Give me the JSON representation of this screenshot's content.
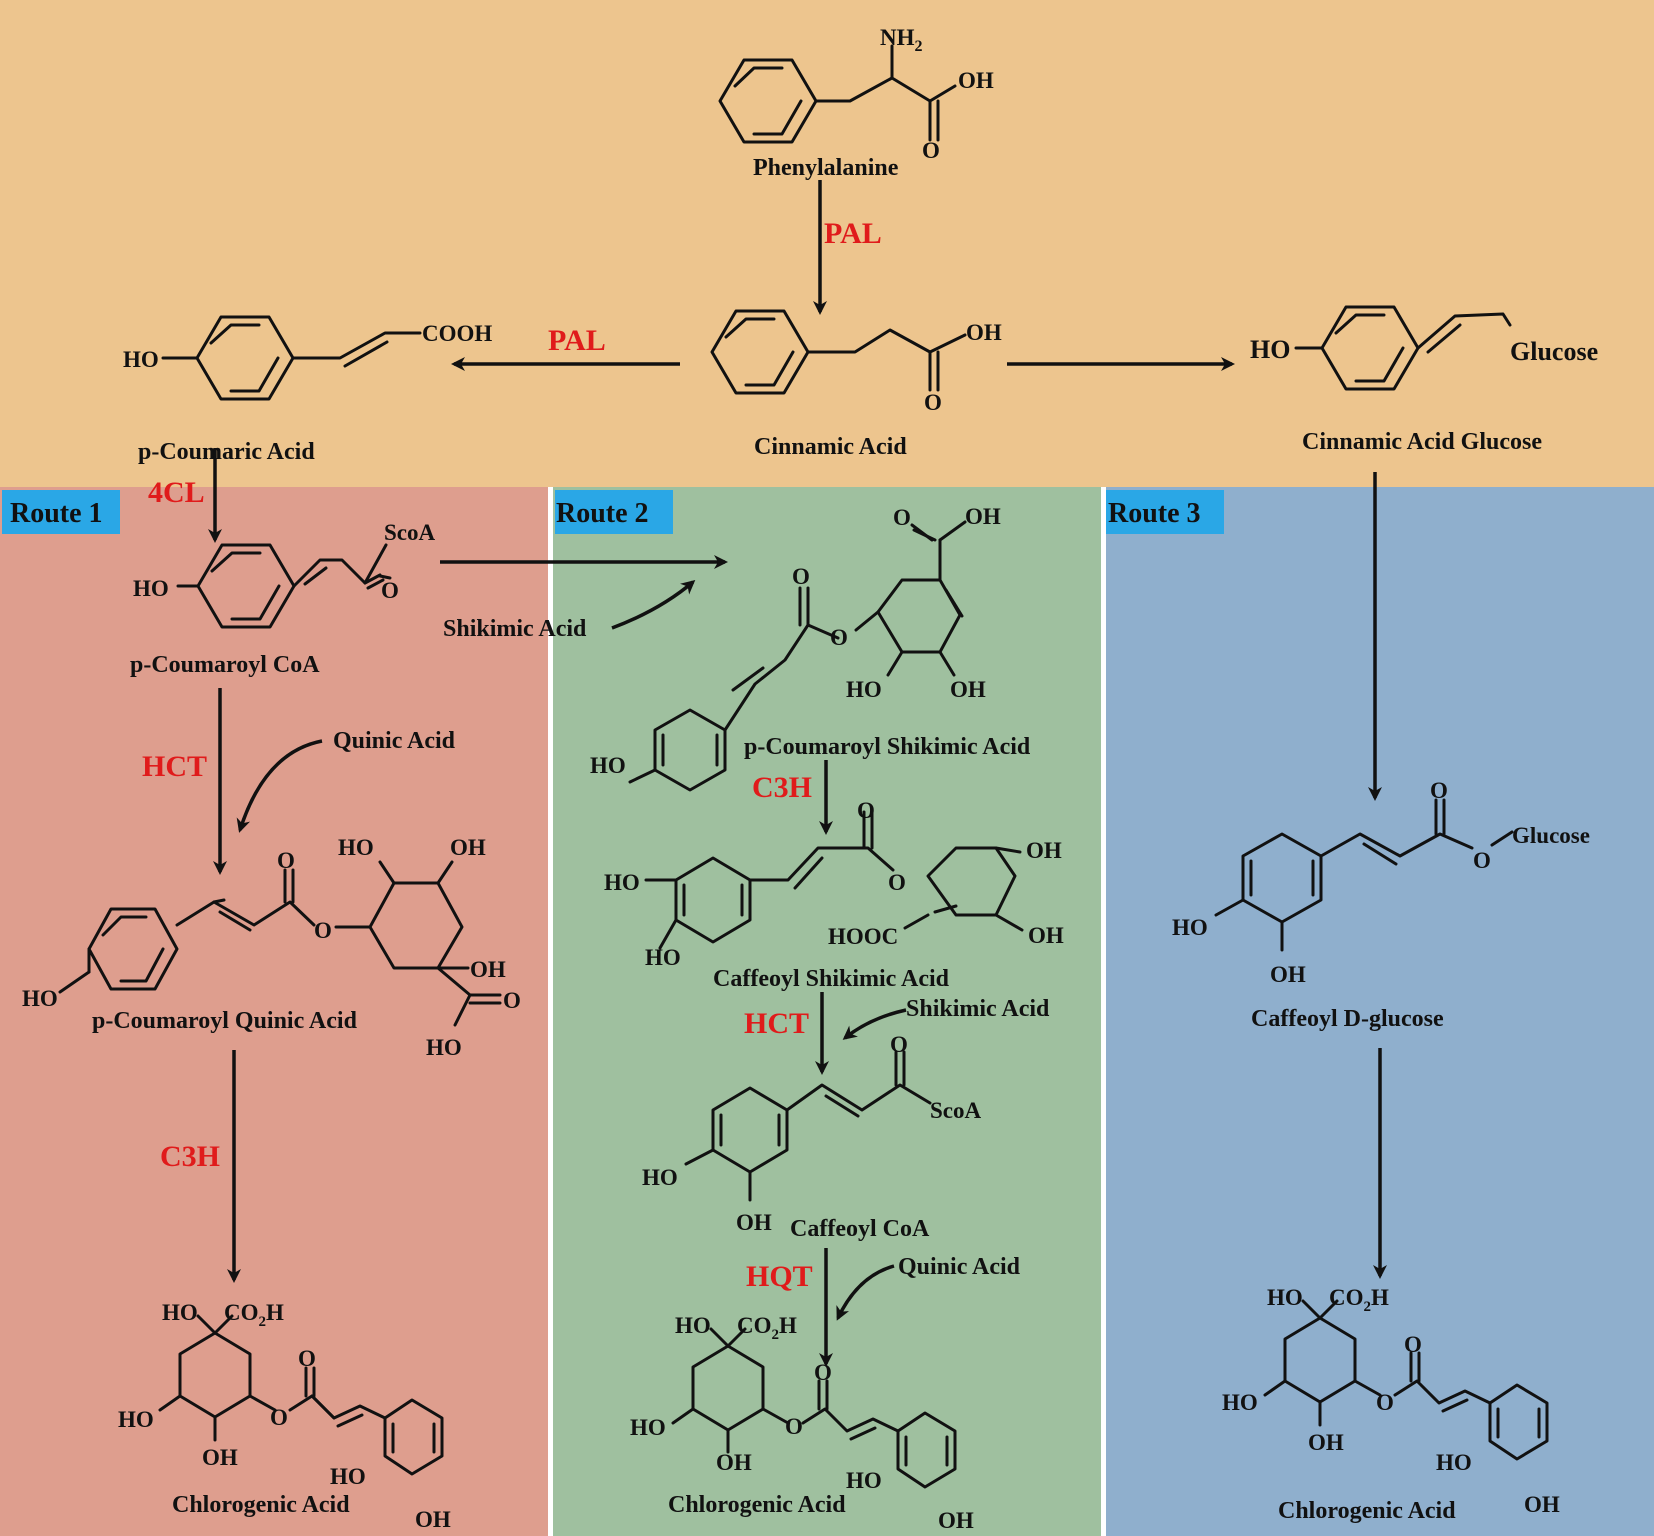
{
  "colors": {
    "top_bg": "#edc58e",
    "route1_bg": "#de9e8e",
    "route2_bg": "#9fc09f",
    "route3_bg": "#8fafcd",
    "route_tag_bg": "#2aa7e6",
    "enzyme": "#e01b1b"
  },
  "routes": {
    "r1": "Route 1",
    "r2": "Route 2",
    "r3": "Route 3"
  },
  "compounds": {
    "phenylalanine": "Phenylalanine",
    "cinnamic_acid": "Cinnamic Acid",
    "p_coumaric_acid": "p-Coumaric Acid",
    "cinnamic_acid_glucose": "Cinnamic Acid Glucose",
    "p_coumaroyl_coa": "p-Coumaroyl CoA",
    "p_coumaroyl_quinic_acid": "p-Coumaroyl Quinic Acid",
    "chlorogenic_acid_1": "Chlorogenic Acid",
    "p_coumaroyl_shikimic_acid": "p-Coumaroyl Shikimic Acid",
    "caffeoyl_shikimic_acid": "Caffeoyl Shikimic Acid",
    "caffeoyl_coa": "Caffeoyl CoA",
    "chlorogenic_acid_2": "Chlorogenic Acid",
    "caffeoyl_d_glucose": "Caffeoyl D-glucose",
    "chlorogenic_acid_3": "Chlorogenic Acid"
  },
  "cofactors": {
    "shikimic_acid_1": "Shikimic Acid",
    "quinic_acid_1": "Quinic Acid",
    "shikimic_acid_2": "Shikimic Acid",
    "quinic_acid_2": "Quinic Acid"
  },
  "enzymes": {
    "pal_1": "PAL",
    "pal_2": "PAL",
    "cl4": "4CL",
    "hct_1": "HCT",
    "c3h_1": "C3H",
    "c3h_2": "C3H",
    "hct_2": "HCT",
    "hqt": "HQT"
  },
  "atoms": {
    "nh2": "NH",
    "nh2_sub": "2",
    "oh": "OH",
    "o": "O",
    "ho": "HO",
    "cooh": "COOH",
    "scoa_cap": "ScoA",
    "scoa": "ScoA",
    "glucose": "Glucose",
    "hooc": "HOOC",
    "co2h": "CO",
    "co2h_sub": "2",
    "co2h_h": "H",
    "oh_dup": "OH"
  }
}
